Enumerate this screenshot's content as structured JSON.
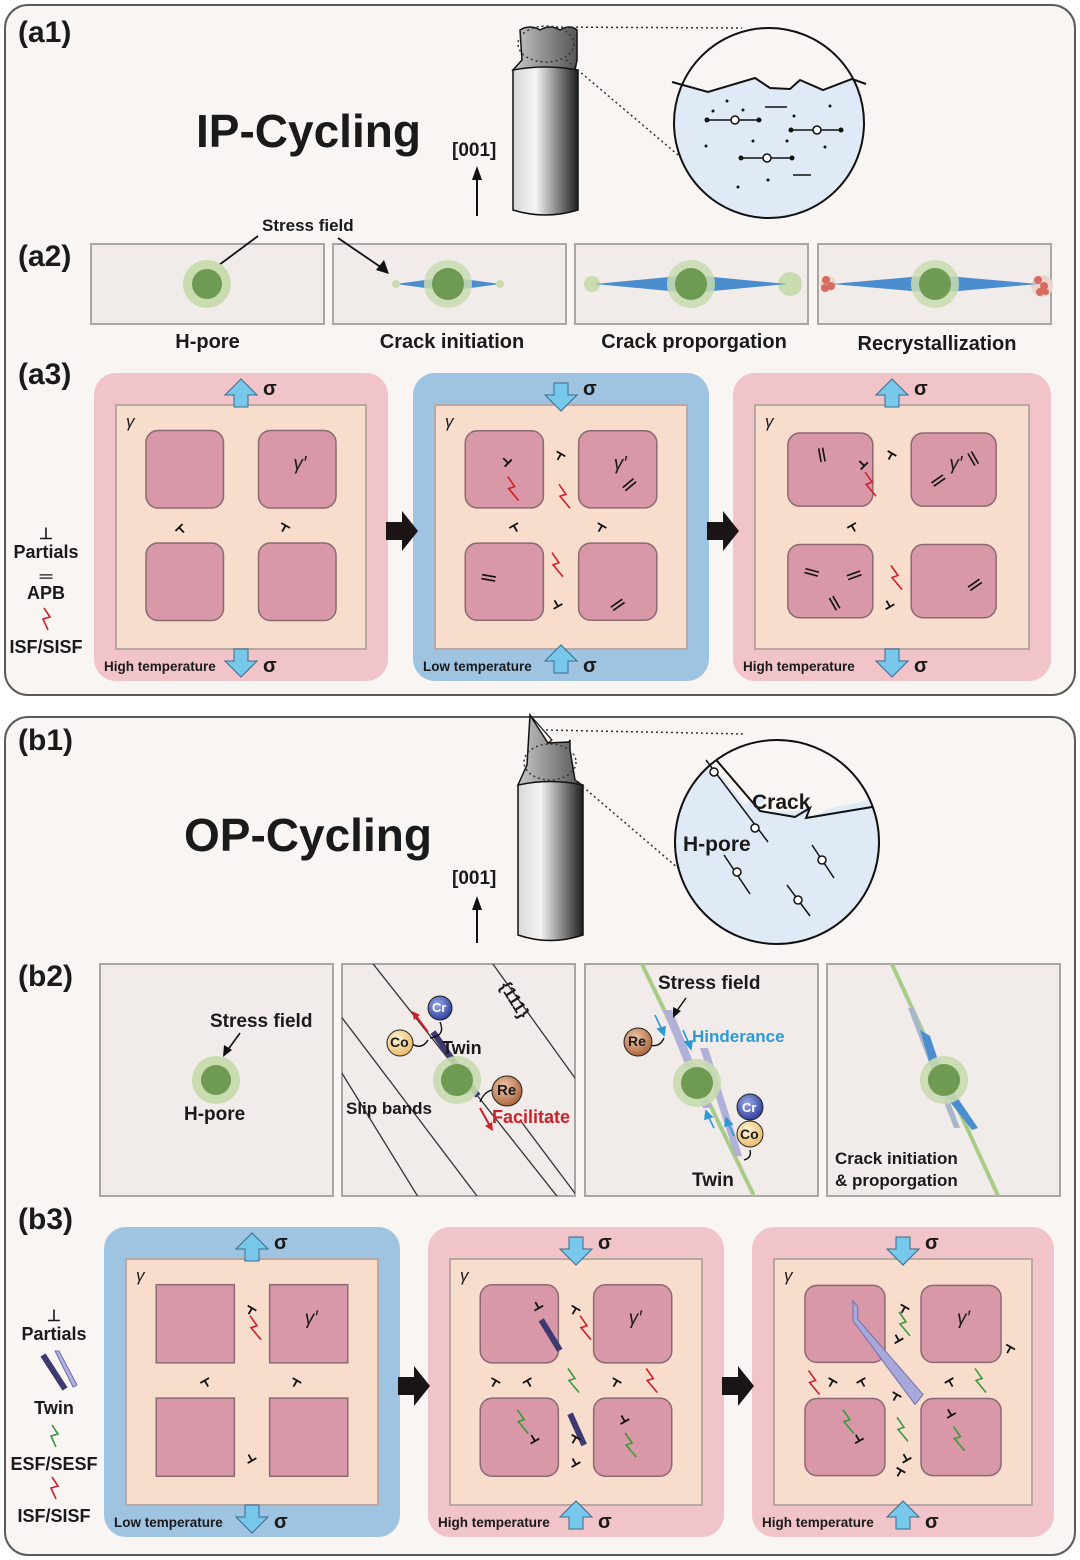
{
  "panel_a": {
    "label_a1": "(a1)",
    "label_a2": "(a2)",
    "label_a3": "(a3)",
    "title": "IP-Cycling",
    "direction": "[001]",
    "stress_field_label": "Stress field",
    "stages": [
      {
        "caption": "H-pore"
      },
      {
        "caption": "Crack initiation"
      },
      {
        "caption": "Crack proporgation"
      },
      {
        "caption": "Recrystallization"
      }
    ],
    "legend": {
      "partials": "Partials",
      "apb": "APB",
      "isf": "ISF/SISF"
    },
    "cells": [
      {
        "condition": "High temperature",
        "stress_top": "σ",
        "stress_bottom": "σ",
        "load": "tension",
        "gamma": "γ",
        "gamma_prime": "γ′"
      },
      {
        "condition": "Low temperature",
        "stress_top": "σ",
        "stress_bottom": "σ",
        "load": "compression",
        "gamma": "γ",
        "gamma_prime": "γ′"
      },
      {
        "condition": "High temperature",
        "stress_top": "σ",
        "stress_bottom": "σ",
        "load": "tension",
        "gamma": "γ",
        "gamma_prime": "γ′"
      }
    ]
  },
  "panel_b": {
    "label_b1": "(b1)",
    "label_b2": "(b2)",
    "label_b3": "(b3)",
    "title": "OP-Cycling",
    "direction": "[001]",
    "zoom_labels": {
      "crack": "Crack",
      "hpore": "H-pore"
    },
    "stages": {
      "s1": {
        "stress_field": "Stress field",
        "hpore": "H-pore"
      },
      "s2": {
        "plane": "{111}",
        "twin": "Twin",
        "slip": "Slip bands",
        "facilitate": "Facilitate",
        "cr": "Cr",
        "co": "Co",
        "re": "Re"
      },
      "s3": {
        "stress_field": "Stress field",
        "hinderance": "Hinderance",
        "twin": "Twin",
        "cr": "Cr",
        "co": "Co",
        "re": "Re"
      },
      "s4": {
        "line1": "Crack initiation",
        "line2": "& proporgation"
      }
    },
    "legend": {
      "partials": "Partials",
      "twin": "Twin",
      "esf": "ESF/SESF",
      "isf": "ISF/SISF"
    },
    "cells": [
      {
        "condition": "Low temperature",
        "stress_top": "σ",
        "stress_bottom": "σ",
        "load": "tension",
        "gamma": "γ",
        "gamma_prime": "γ′"
      },
      {
        "condition": "High temperature",
        "stress_top": "σ",
        "stress_bottom": "σ",
        "load": "compression",
        "gamma": "γ",
        "gamma_prime": "γ′"
      },
      {
        "condition": "High temperature",
        "stress_top": "σ",
        "stress_bottom": "σ",
        "load": "compression",
        "gamma": "γ",
        "gamma_prime": "γ′"
      }
    ]
  },
  "colors": {
    "hot_bg": "#f0c4c8",
    "cold_bg": "#9ec4e2",
    "matrix": "#f8dccc",
    "precipitate": "#d898a8",
    "pore_dark": "#6e9a52",
    "pore_light": "#c4dcaa",
    "crack_blue": "#4a8ed0",
    "isf_red": "#d0202c",
    "esf_green": "#3a9a3a",
    "twin_dark": "#3c3a70",
    "twin_light": "#a8a8dc",
    "arrow_blue": "#78c8ec",
    "hinder_blue": "#2a9ad4",
    "facilitate_red": "#d0202c"
  }
}
